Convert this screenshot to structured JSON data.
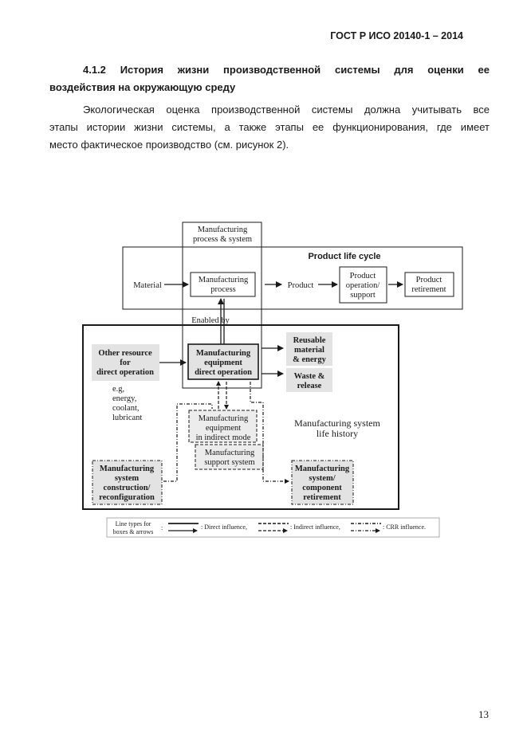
{
  "header": {
    "doc_number": "ГОСТ Р ИСО 20140-1 – 2014"
  },
  "section": {
    "heading_line1": "4.1.2 История жизни производственной системы для оценки ее",
    "heading_line2": "воздействия на окружающую среду",
    "paragraph_line1": "Экологическая оценка производственной системы должна учитывать все",
    "paragraph_line2": "этапы истории жизни системы, а также этапы ее функционирования, где имеет",
    "paragraph_line3": "место фактическое производство (см. рисунок 2)."
  },
  "figure": {
    "mfg_process_system": [
      "Manufacturing",
      "process & system"
    ],
    "product_life_cycle": "Product life cycle",
    "material": "Material",
    "mfg_process": [
      "Manufacturing",
      "process"
    ],
    "product": "Product",
    "product_operation": [
      "Product",
      "operation/",
      "support"
    ],
    "product_retirement": [
      "Product",
      "retirement"
    ],
    "enabled_by": "Enabled by",
    "other_resource": [
      "Other resource",
      "for",
      "direct operation"
    ],
    "examples": [
      "e.g,",
      "energy,",
      "coolant,",
      "lubricant"
    ],
    "mfg_equipment_direct": [
      "Manufacturing",
      "equipment",
      "direct operation"
    ],
    "reusable": [
      "Reusable",
      "material",
      "& energy"
    ],
    "waste": [
      "Waste &",
      "release"
    ],
    "mfg_equipment_indirect": [
      "Manufacturing",
      "equipment",
      "in indirect mode"
    ],
    "mfg_support_system": [
      "Manufacturing",
      "support system"
    ],
    "mfg_system_life_history": [
      "Manufacturing system",
      "life history"
    ],
    "mfg_system_construction": [
      "Manufacturing",
      "system",
      "construction/",
      "reconfiguration"
    ],
    "mfg_system_retirement": [
      "Manufacturing",
      "system/",
      "component",
      "retirement"
    ],
    "legend": {
      "title": [
        "Line types for",
        "boxes & arrows"
      ],
      "colon": ":",
      "direct": ": Direct influence,",
      "indirect": ": Indirect influence,",
      "crr": ": CRR influence."
    }
  },
  "footer": {
    "page_number": "13"
  }
}
